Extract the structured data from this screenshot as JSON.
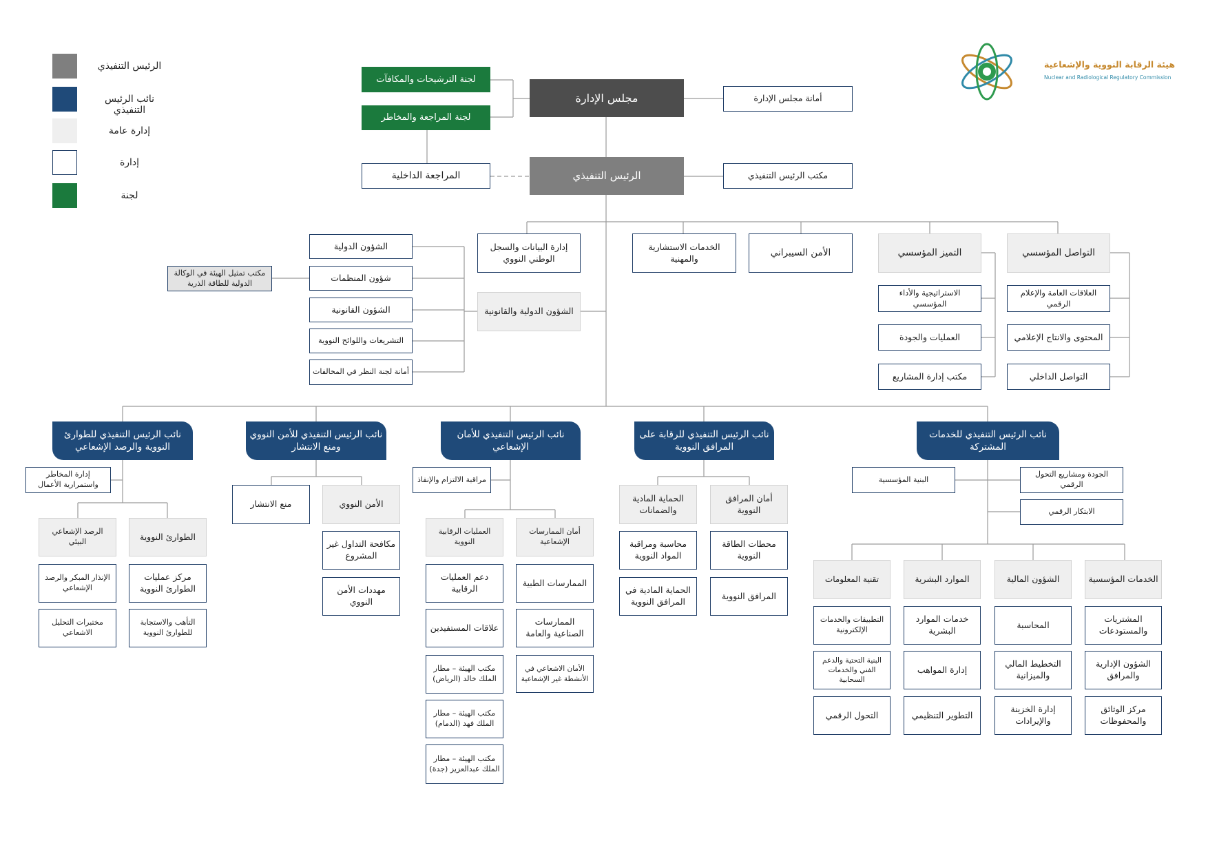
{
  "logo": {
    "ar": "هيئة الرقابة النووية والإشعاعية",
    "en": "Nuclear and Radiological Regulatory Commission",
    "colors": {
      "gold": "#c6892f",
      "teal": "#2f8aa8",
      "green": "#2e9a4e"
    }
  },
  "legend": [
    {
      "label": "الرئيس التنفيذي",
      "color": "#7f7f7f"
    },
    {
      "label": "نائب الرئيس التنفيذي",
      "color": "#1f4a79"
    },
    {
      "label": "إدارة عامة",
      "color": "#efefef"
    },
    {
      "label": "إدارة",
      "color": "#ffffff"
    },
    {
      "label": "لجنة",
      "color": "#1b7a3d"
    }
  ],
  "top": {
    "board": "مجلس الإدارة",
    "board_secretariat": "أمانة مجلس الإدارة",
    "committee_nominations": "لجنة الترشيحات والمكافآت",
    "committee_audit": "لجنة المراجعة والمخاطر",
    "internal_audit": "المراجعة الداخلية",
    "ceo": "الرئيس التنفيذي",
    "ceo_office": "مكتب الرئيس التنفيذي"
  },
  "row1": {
    "comm": "التواصل المؤسسي",
    "comm_pr": "العلاقات العامة والإعلام الرقمي",
    "comm_content": "المحتوى والانتاج الإعلامي",
    "comm_internal": "التواصل الداخلي",
    "excel": "التميز المؤسسي",
    "excel_strategy": "الاستراتيجية والأداء المؤسسي",
    "excel_ops": "العمليات والجودة",
    "excel_pmo": "مكتب إدارة المشاريع",
    "cyber": "الأمن السيبراني",
    "advisory": "الخدمات الاستشارية والمهنية",
    "data": "إدارة البيانات والسجل الوطني النووي",
    "intl_legal": "الشؤون الدولية والقانونية",
    "intl": "الشؤون الدولية",
    "orgs": "شؤون المنظمات",
    "legal": "الشؤون القانونية",
    "legislation": "التشريعات واللوائح النووية",
    "violations": "أمانة لجنة النظر في المخالفات",
    "iaea": "مكتب تمثيل الهيئة في الوكالة الدولية للطاقة الذرية"
  },
  "vp_shared": {
    "title": "نائب الرئيس التنفيذي للخدمات المشتركة",
    "quality": "الجودة ومشاريع التحول الرقمي",
    "innovation": "الابتكار الرقمي",
    "infra": "البنية المؤسسية",
    "corp": "الخدمات المؤسسية",
    "corp_items": [
      "المشتريات والمستودعات",
      "الشؤون الإدارية والمرافق",
      "مركز الوثائق والمحفوظات"
    ],
    "fin": "الشؤون المالية",
    "fin_items": [
      "المحاسبة",
      "التخطيط المالي والميزانية",
      "إدارة الخزينة والإيرادات"
    ],
    "hr": "الموارد البشرية",
    "hr_items": [
      "خدمات الموارد البشرية",
      "إدارة المواهب",
      "التطوير التنظيمي"
    ],
    "it": "تقنية المعلومات",
    "it_items": [
      "التطبيقات والخدمات الإلكترونية",
      "البنية التحتية والدعم الفني والخدمات السحابية",
      "التحول الرقمي"
    ]
  },
  "vp_facilities": {
    "title": "نائب الرئيس التنفيذي للرقابة على المرافق النووية",
    "safety": "أمان المرافق النووية",
    "safety_items": [
      "محطات الطاقة النووية",
      "المرافق النووية"
    ],
    "protection": "الحماية المادية والضمانات",
    "protection_items": [
      "محاسبة ومراقبة المواد النووية",
      "الحماية المادية في المرافق النووية"
    ]
  },
  "vp_radiation": {
    "title": "نائب الرئيس التنفيذي للأمان الإشعاعي",
    "compliance": "مراقبة الالتزام والإنفاذ",
    "practices": "أمان الممارسات الإشعاعية",
    "practices_items": [
      "الممارسات الطبية",
      "الممارسات الصناعية والعامة",
      "الأمان الاشعاعي في الأنشطة غير الإشعاعية"
    ],
    "ops": "العمليات الرقابية النووية",
    "ops_items": [
      "دعم العمليات الرقابية",
      "علاقات المستفيدين",
      "مكتب الهيئة – مطار الملك خالد (الرياض)",
      "مكتب الهيئة – مطار الملك فهد (الدمام)",
      "مكتب الهيئة – مطار الملك عبدالعزيز (جدة)"
    ]
  },
  "vp_security": {
    "title": "نائب الرئيس التنفيذي للأمن النووي ومنع الانتشار",
    "security": "الأمن النووي",
    "security_items": [
      "مكافحة التداول غير المشروع",
      "مهددات الأمن النووي"
    ],
    "nonprolif": "منع الانتشار"
  },
  "vp_emergency": {
    "title": "نائب الرئيس التنفيذي للطوارئ النووية والرصد الإشعاعي",
    "risk": "إدارة المخاطر واستمرارية الأعمال",
    "emerg": "الطوارئ النووية",
    "emerg_items": [
      "مركز عمليات الطوارئ النووية",
      "التأهب والاستجابة للطوارئ النووية"
    ],
    "monitor": "الرصد الإشعاعي البيئي",
    "monitor_items": [
      "الإنذار المبكر والرصد الإشعاعي",
      "مختبرات التحليل الاشعاعي"
    ]
  }
}
